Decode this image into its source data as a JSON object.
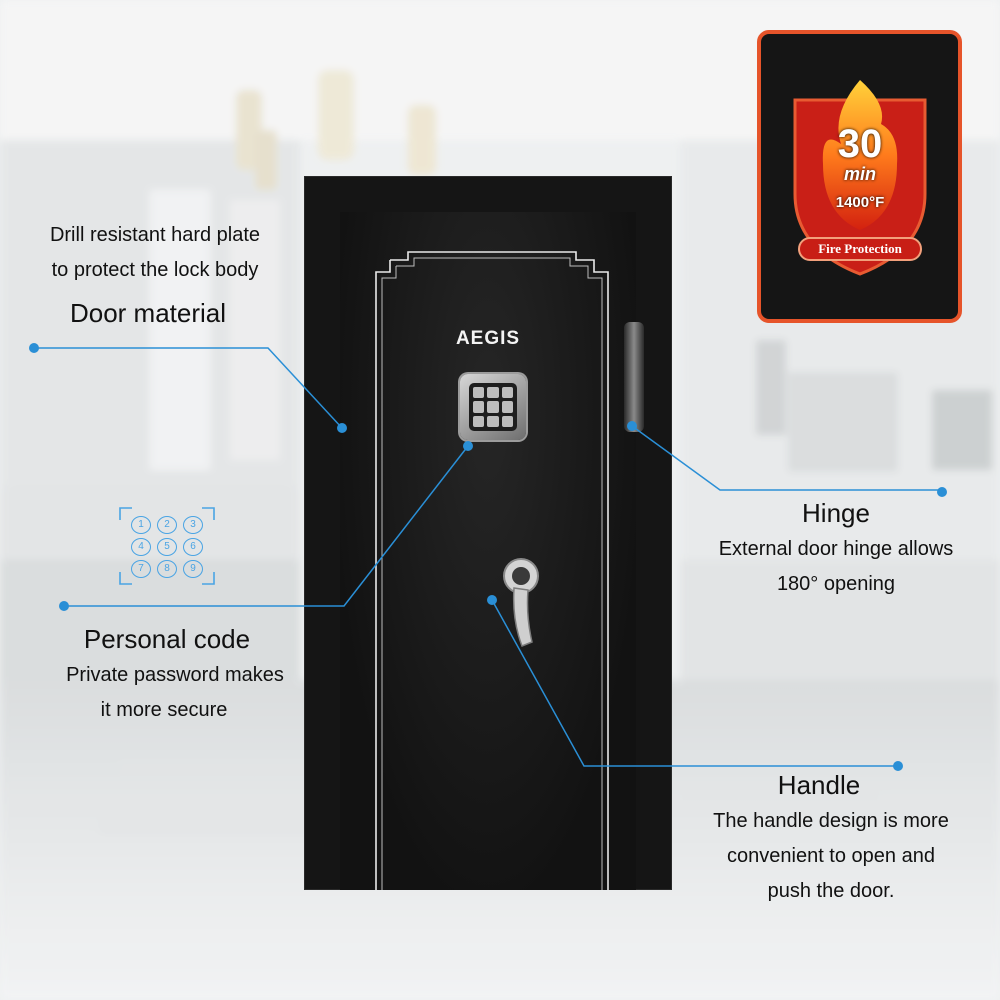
{
  "brand": {
    "name": "AEGIS"
  },
  "badge": {
    "minutes": "30",
    "unit": "min",
    "temperature": "1400°F",
    "ribbon": "Fire Protection"
  },
  "keypad_digits": [
    "1",
    "2",
    "3",
    "4",
    "5",
    "6",
    "7",
    "8",
    "9"
  ],
  "callouts": {
    "door_material": {
      "line1": "Drill resistant hard plate",
      "line2": "to protect the lock body",
      "title": "Door material"
    },
    "hinge": {
      "title": "Hinge",
      "line1": "External door hinge allows",
      "line2": "180° opening"
    },
    "personal_code": {
      "title": "Personal code",
      "line1": "Private password makes",
      "line2": "it more secure"
    },
    "handle": {
      "title": "Handle",
      "line1": "The handle design is more",
      "line2": "convenient to open and",
      "line3": "push the door."
    }
  },
  "colors": {
    "callout_line": "#2a8fd6",
    "badge_frame": "#e6542a",
    "safe_body": "#151515"
  }
}
